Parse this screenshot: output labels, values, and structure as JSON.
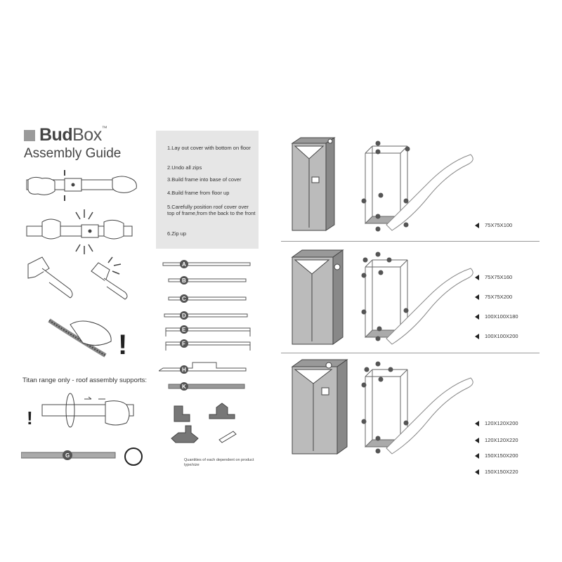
{
  "brand": {
    "name_bold": "Bud",
    "name_rest": "Box",
    "tm": "™",
    "subtitle": "Assembly Guide"
  },
  "steps": [
    "1.Lay out cover with bottom on floor",
    "2.Undo all zips",
    "3.Build frame into base of cover",
    "4.Build frame from floor up",
    "5.Carefully position roof cover over top of frame,from the back to the front",
    "6.Zip up"
  ],
  "parts": [
    "A",
    "B",
    "C",
    "D",
    "E",
    "F",
    "H",
    "K",
    "G"
  ],
  "titan_note": "Titan range only - roof assembly supports:",
  "quantities_note": "Quantities of each dependent on product type/size",
  "exclamation": "!",
  "sizes": {
    "row1": [
      "75X75X100"
    ],
    "row2": [
      "75X75X160",
      "75X75X200",
      "100X100X180",
      "100X100X200"
    ],
    "row3": [
      "120X120X200",
      "120X120X220",
      "150X150X200",
      "150X150X220"
    ]
  },
  "colors": {
    "panel": "#e6e6e6",
    "logo": "#9a9a9a",
    "tent": "#bdbdbd",
    "dark": "#555555"
  }
}
